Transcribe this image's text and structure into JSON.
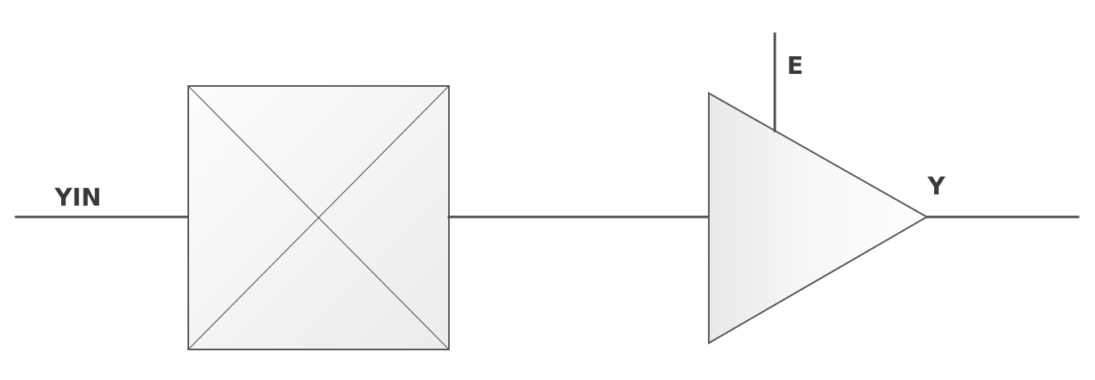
{
  "labels": {
    "input": "YIN",
    "enable": "E",
    "output": "Y"
  },
  "colors": {
    "wire": "#4a4a4a",
    "outline": "#555555",
    "fill_light": "#fbfbfb",
    "fill_shade": "#e6e6e6",
    "text": "#3a3a3a"
  },
  "components": {
    "box_symbol": "x-crossed-box",
    "buffer_symbol": "tri-state-buffer-triangle"
  }
}
